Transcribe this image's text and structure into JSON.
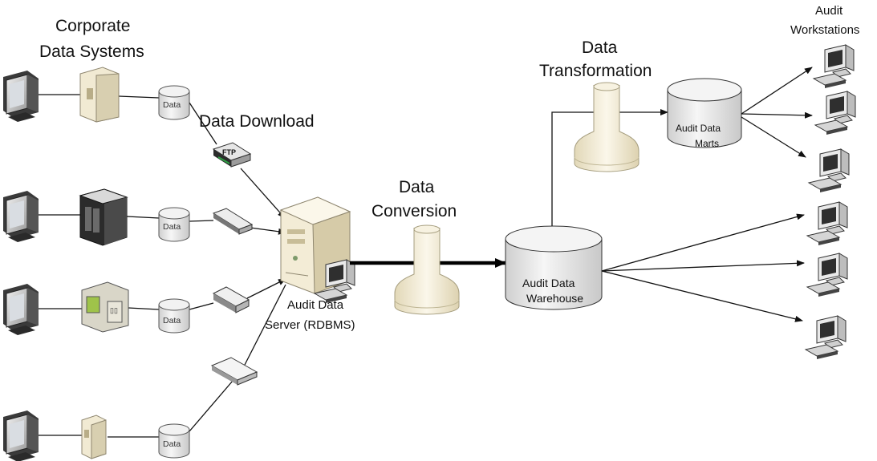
{
  "labels": {
    "corporate_line1": "Corporate",
    "corporate_line2": "Data Systems",
    "data_download": "Data Download",
    "data_conversion_line1": "Data",
    "data_conversion_line2": "Conversion",
    "data_transformation_line1": "Data",
    "data_transformation_line2": "Transformation",
    "audit_workstations_line1": "Audit",
    "audit_workstations_line2": "Workstations",
    "server_line1": "Audit Data",
    "server_line2": "Server (RDBMS)",
    "warehouse_line1": "Audit Data",
    "warehouse_line2": "Warehouse",
    "marts_line1": "Audit Data",
    "marts_line2": "Marts"
  },
  "source_rows": [
    {
      "db_label": "Data",
      "device": "tower-server",
      "connector": "ftp-device",
      "connector_label": "FTP"
    },
    {
      "db_label": "Data",
      "device": "mainframe-cabinet",
      "connector": "switch-device",
      "connector_label": ""
    },
    {
      "db_label": "Data",
      "device": "storage-unit",
      "connector": "hub-device",
      "connector_label": ""
    },
    {
      "db_label": "Data",
      "device": "small-server",
      "connector": "hub-device",
      "connector_label": ""
    }
  ],
  "workstations": [
    "workstation",
    "workstation",
    "workstation",
    "workstation",
    "workstation",
    "workstation"
  ],
  "colors": {
    "beige": "#f4eedb",
    "beige_dark": "#cfc6a8",
    "cylinder": "#e8e8e8",
    "line": "#111111"
  }
}
